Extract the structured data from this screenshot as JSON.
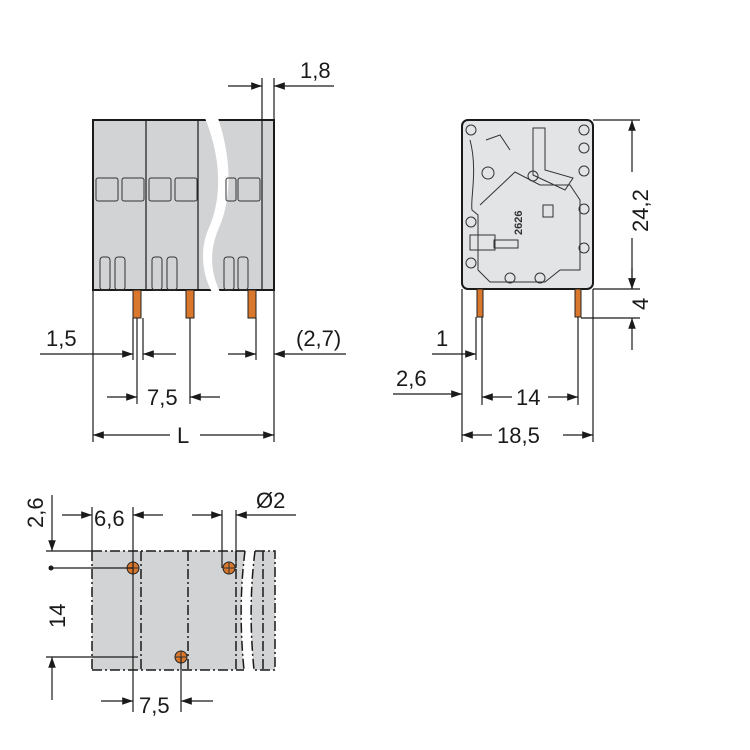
{
  "front_view": {
    "dim_pitch_top": "1,8",
    "dim_pin_width": "1,5",
    "dim_end_offset": "(2,7)",
    "dim_pitch": "7,5",
    "dim_length": "L"
  },
  "side_view": {
    "dim_height": "24,2",
    "dim_pin_length": "4",
    "dim_pin_thickness": "1",
    "dim_front_offset": "2,6",
    "dim_pin_spacing": "14",
    "dim_depth": "18,5",
    "marking": "2626"
  },
  "footprint_view": {
    "dim_offset_y": "2,6",
    "dim_offset_x": "6,6",
    "dim_hole_diameter": "Ø2",
    "dim_row_spacing": "14",
    "dim_pitch": "7,5"
  },
  "colors": {
    "body": "#d2d3d5",
    "pin": "#d9782d",
    "line": "#1a1a1a"
  }
}
